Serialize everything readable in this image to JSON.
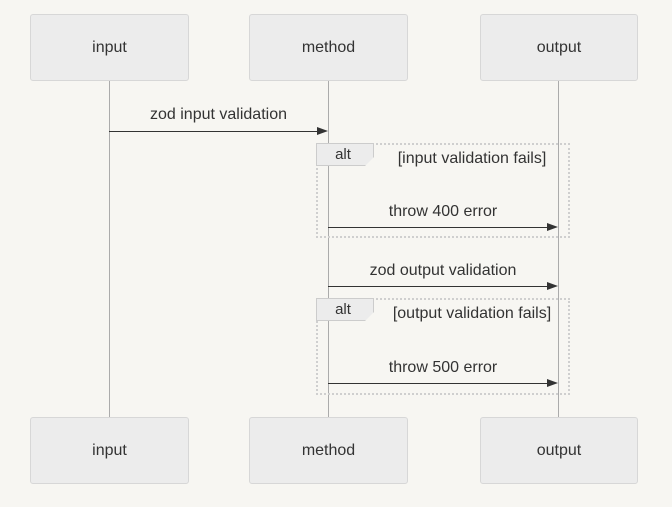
{
  "diagram_type": "sequence-diagram",
  "actors": [
    {
      "id": "input",
      "label": "input"
    },
    {
      "id": "method",
      "label": "method"
    },
    {
      "id": "output",
      "label": "output"
    }
  ],
  "messages": [
    {
      "from": "input",
      "to": "method",
      "label": "zod input validation",
      "arrow": "solid-filled"
    },
    {
      "from": "method",
      "to": "output",
      "label": "throw 400 error",
      "arrow": "solid-filled"
    },
    {
      "from": "method",
      "to": "output",
      "label": "zod output validation",
      "arrow": "solid-filled"
    },
    {
      "from": "method",
      "to": "output",
      "label": "throw 500 error",
      "arrow": "solid-filled"
    }
  ],
  "frames": [
    {
      "type": "alt",
      "label": "alt",
      "condition": "[input validation fails]",
      "contains": [
        "throw 400 error"
      ]
    },
    {
      "type": "alt",
      "label": "alt",
      "condition": "[output validation fails]",
      "contains": [
        "throw 500 error"
      ]
    }
  ],
  "colors": {
    "background": "#f7f6f2",
    "actor_fill": "#ececec",
    "actor_border": "#d7d7d7",
    "lifeline": "#ababab",
    "arrow": "#333333",
    "frame_border": "#cfcfcf",
    "frame_label_fill": "#ececec",
    "text": "#333333"
  }
}
